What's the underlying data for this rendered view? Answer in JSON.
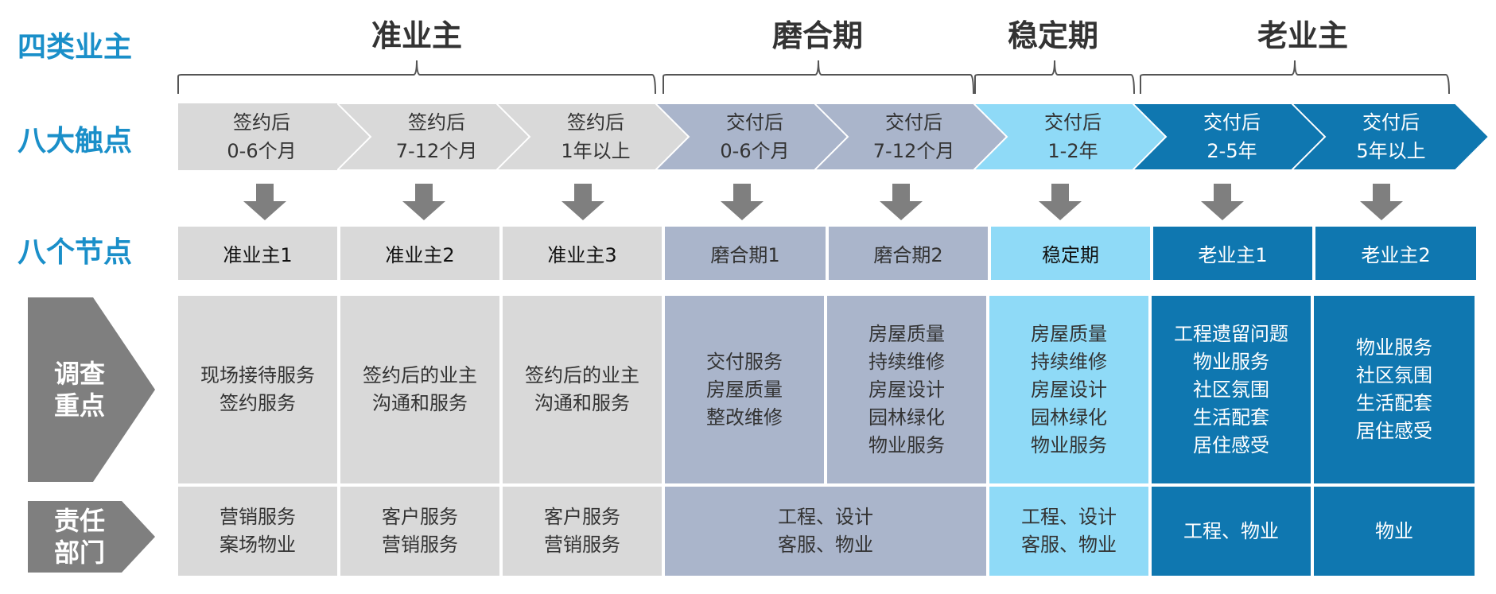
{
  "row_labels": {
    "owner_types": "四类业主",
    "touchpoints": "八大触点",
    "nodes": "八个节点",
    "focus": [
      "调查",
      "重点"
    ],
    "dept": [
      "责任",
      "部门"
    ]
  },
  "phases": [
    "准业主",
    "磨合期",
    "稳定期",
    "老业主"
  ],
  "touchpoints": [
    {
      "line1": "签约后",
      "line2": "0-6个月"
    },
    {
      "line1": "签约后",
      "line2": "7-12个月"
    },
    {
      "line1": "签约后",
      "line2": "1年以上"
    },
    {
      "line1": "交付后",
      "line2": "0-6个月"
    },
    {
      "line1": "交付后",
      "line2": "7-12个月"
    },
    {
      "line1": "交付后",
      "line2": "1-2年"
    },
    {
      "line1": "交付后",
      "line2": "2-5年"
    },
    {
      "line1": "交付后",
      "line2": "5年以上"
    }
  ],
  "nodes": [
    "准业主1",
    "准业主2",
    "准业主3",
    "磨合期1",
    "磨合期2",
    "稳定期",
    "老业主1",
    "老业主2"
  ],
  "focus": [
    [
      "现场接待服务",
      "签约服务"
    ],
    [
      "签约后的业主",
      "沟通和服务"
    ],
    [
      "签约后的业主",
      "沟通和服务"
    ],
    [
      "交付服务",
      "房屋质量",
      "整改维修"
    ],
    [
      "房屋质量",
      "持续维修",
      "房屋设计",
      "园林绿化",
      "物业服务"
    ],
    [
      "房屋质量",
      "持续维修",
      "房屋设计",
      "园林绿化",
      "物业服务"
    ],
    [
      "工程遗留问题",
      "物业服务",
      "社区氛围",
      "生活配套",
      "居住感受"
    ],
    [
      "物业服务",
      "社区氛围",
      "生活配套",
      "居住感受"
    ]
  ],
  "departments": [
    [
      "营销服务",
      "案场物业"
    ],
    [
      "客户服务",
      "营销服务"
    ],
    [
      "客户服务",
      "营销服务"
    ],
    [
      "工程、设计",
      "客服、物业"
    ],
    [
      "工程、设计",
      "客服、物业"
    ],
    [
      "工程、物业"
    ],
    [
      "物业"
    ]
  ],
  "colors": {
    "label_blue": "#1a8fc9",
    "gray": "#d9d9d9",
    "slate": "#aab5cb",
    "light_blue": "#8fdaf7",
    "dark_blue": "#0f77b0",
    "arrow_gray": "#7f7f7f"
  },
  "icons": [
    "down-arrow-icon",
    "chevron-icon"
  ]
}
